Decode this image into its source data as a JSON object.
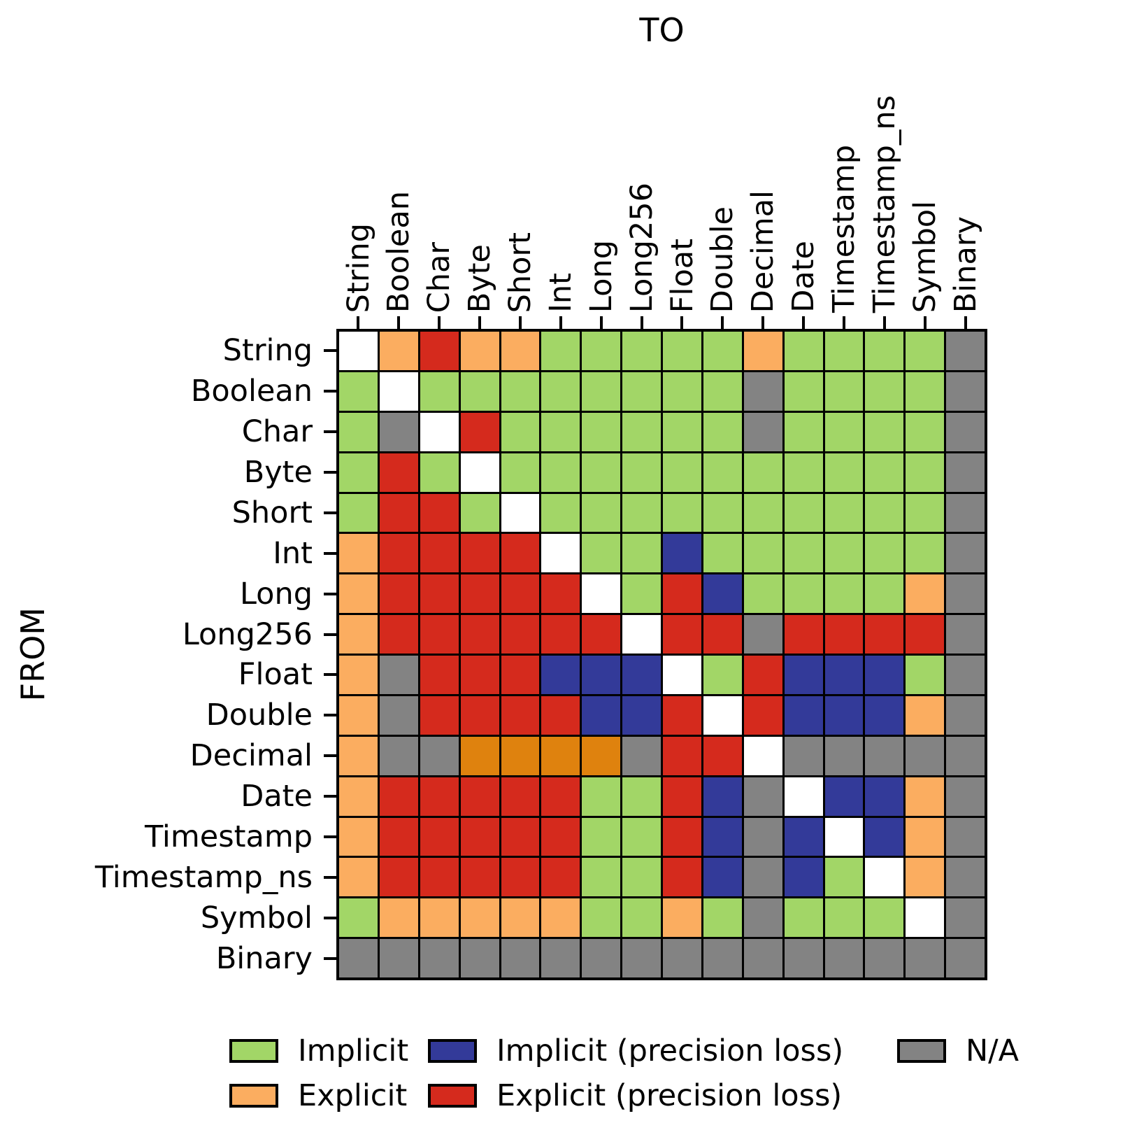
{
  "titles": {
    "top": "TO",
    "left": "FROM"
  },
  "types": [
    "String",
    "Boolean",
    "Char",
    "Byte",
    "Short",
    "Int",
    "Long",
    "Long256",
    "Float",
    "Double",
    "Decimal",
    "Date",
    "Timestamp",
    "Timestamp_ns",
    "Symbol",
    "Binary"
  ],
  "palette": {
    "I": "#a2d667",
    "E": "#fbad60",
    "D": "#df820e",
    "P": "#333a99",
    "X": "#d52a1d",
    "N": "#838383",
    "S": "#ffffff"
  },
  "legend": [
    {
      "code": "I",
      "label": "Implicit"
    },
    {
      "code": "E",
      "label": "Explicit"
    },
    {
      "code": "P",
      "label": "Implicit (precision loss)"
    },
    {
      "code": "X",
      "label": "Explicit (precision loss)"
    },
    {
      "code": "N",
      "label": "N/A"
    }
  ],
  "chart_data": {
    "type": "heatmap",
    "title": "TO",
    "xlabel": "TO",
    "ylabel": "FROM",
    "x_categories": [
      "String",
      "Boolean",
      "Char",
      "Byte",
      "Short",
      "Int",
      "Long",
      "Long256",
      "Float",
      "Double",
      "Decimal",
      "Date",
      "Timestamp",
      "Timestamp_ns",
      "Symbol",
      "Binary"
    ],
    "y_categories": [
      "String",
      "Boolean",
      "Char",
      "Byte",
      "Short",
      "Int",
      "Long",
      "Long256",
      "Float",
      "Double",
      "Decimal",
      "Date",
      "Timestamp",
      "Timestamp_ns",
      "Symbol",
      "Binary"
    ],
    "code_meaning": {
      "I": "Implicit",
      "E": "Explicit",
      "D": "Explicit (dark orange variant shown in Decimal row)",
      "P": "Implicit (precision loss)",
      "X": "Explicit (precision loss)",
      "N": "N/A",
      "S": "Same type (white diagonal)"
    },
    "values": [
      "SEXEEIIIIIEIIIIN",
      "ISIIIIIIIINIIIIN",
      "INSXIIIIIINIIIIN",
      "IXISIIIIIIIIIIIN",
      "IXXISIIIIIIIIIIN",
      "EXXXXSIIPIIIIIIN",
      "EXXXXXSIXPIIIIEN",
      "EXXXXXXSXXNXXXXN",
      "ENXXXPPPSIXPPPIN",
      "ENXXXXPPXSXPPPEN",
      "ENNDDDDNXXSNNNNN",
      "EXXXXXIIXPNSPPEN",
      "EXXXXXIIXPNPSPEN",
      "EXXXXXIIXPNPISEN",
      "IEEEEEIIEINIIISN",
      "NNNNNNNNNNNNNNNN"
    ],
    "legend_position": "bottom",
    "grid": true
  }
}
